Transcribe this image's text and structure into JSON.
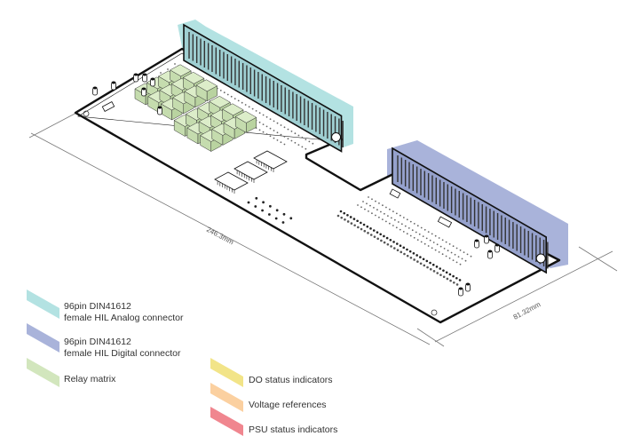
{
  "dimensions": {
    "length": "246.3mm",
    "width": "81.32mm"
  },
  "legend": [
    {
      "id": "analog",
      "line1": "96pin DIN41612",
      "line2": "female HIL Analog connector",
      "color": "#b3e2e2"
    },
    {
      "id": "digital",
      "line1": "96pin DIN41612",
      "line2": "female HIL Digital connector",
      "color": "#a9b3da"
    },
    {
      "id": "relay",
      "line1": "Relay matrix",
      "color": "#d2e6bd"
    },
    {
      "id": "do",
      "line1": "DO status indicators",
      "color": "#f2e488"
    },
    {
      "id": "vref",
      "line1": "Voltage references",
      "color": "#fbd0a0"
    },
    {
      "id": "psu",
      "line1": "PSU status indicators",
      "color": "#f0868f"
    }
  ]
}
